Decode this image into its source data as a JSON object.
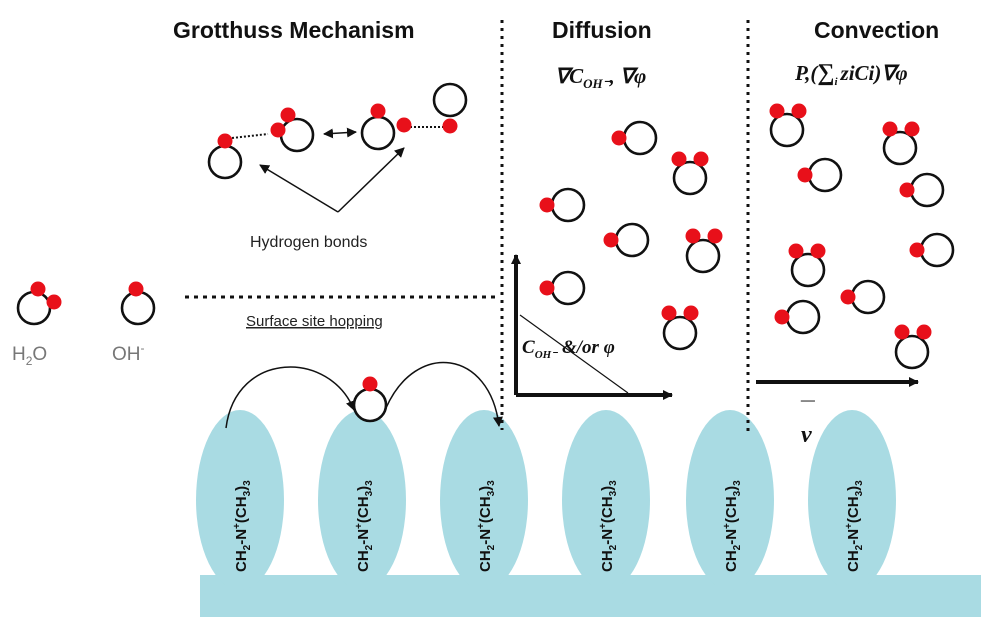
{
  "colors": {
    "hydrogen": "#e8101a",
    "oxygen_fill": "#ffffff",
    "outline": "#111111",
    "exchange_site": "#a9dbe3",
    "membrane_backbone": "#a9dbe3"
  },
  "sections": {
    "grotthuss": "Grotthuss Mechanism",
    "diffusion": "Diffusion",
    "convection": "Convection"
  },
  "diffusion": {
    "driving_force": {
      "grad": "∇",
      "C": "C",
      "sub": "OH⁻",
      "rest": ", ∇φ"
    },
    "axis_label": {
      "C": "C",
      "sub": "OH⁻",
      "rest": "&/or φ"
    }
  },
  "convection": {
    "driving_force": {
      "P": "P,(",
      "sum": "∑",
      "sub": "i",
      "rest": "ziCi)∇φ"
    },
    "velocity_label": "v",
    "velocity_bar": "—"
  },
  "grotthuss": {
    "hydrogen_bonds_label": "Hydrogen bonds"
  },
  "surface": {
    "hopping_label": "Surface site hopping"
  },
  "legend": {
    "water": {
      "H": "H",
      "sub": "2",
      "O": "O"
    },
    "hydroxide": {
      "text": "OH",
      "sup": "-"
    }
  },
  "site_label": {
    "a": "CH",
    "b": "2",
    "c": "-N",
    "d": "+",
    "e": "(CH",
    "f": "3",
    "g": ")",
    "h": "3"
  },
  "exchange_site_count": 6
}
